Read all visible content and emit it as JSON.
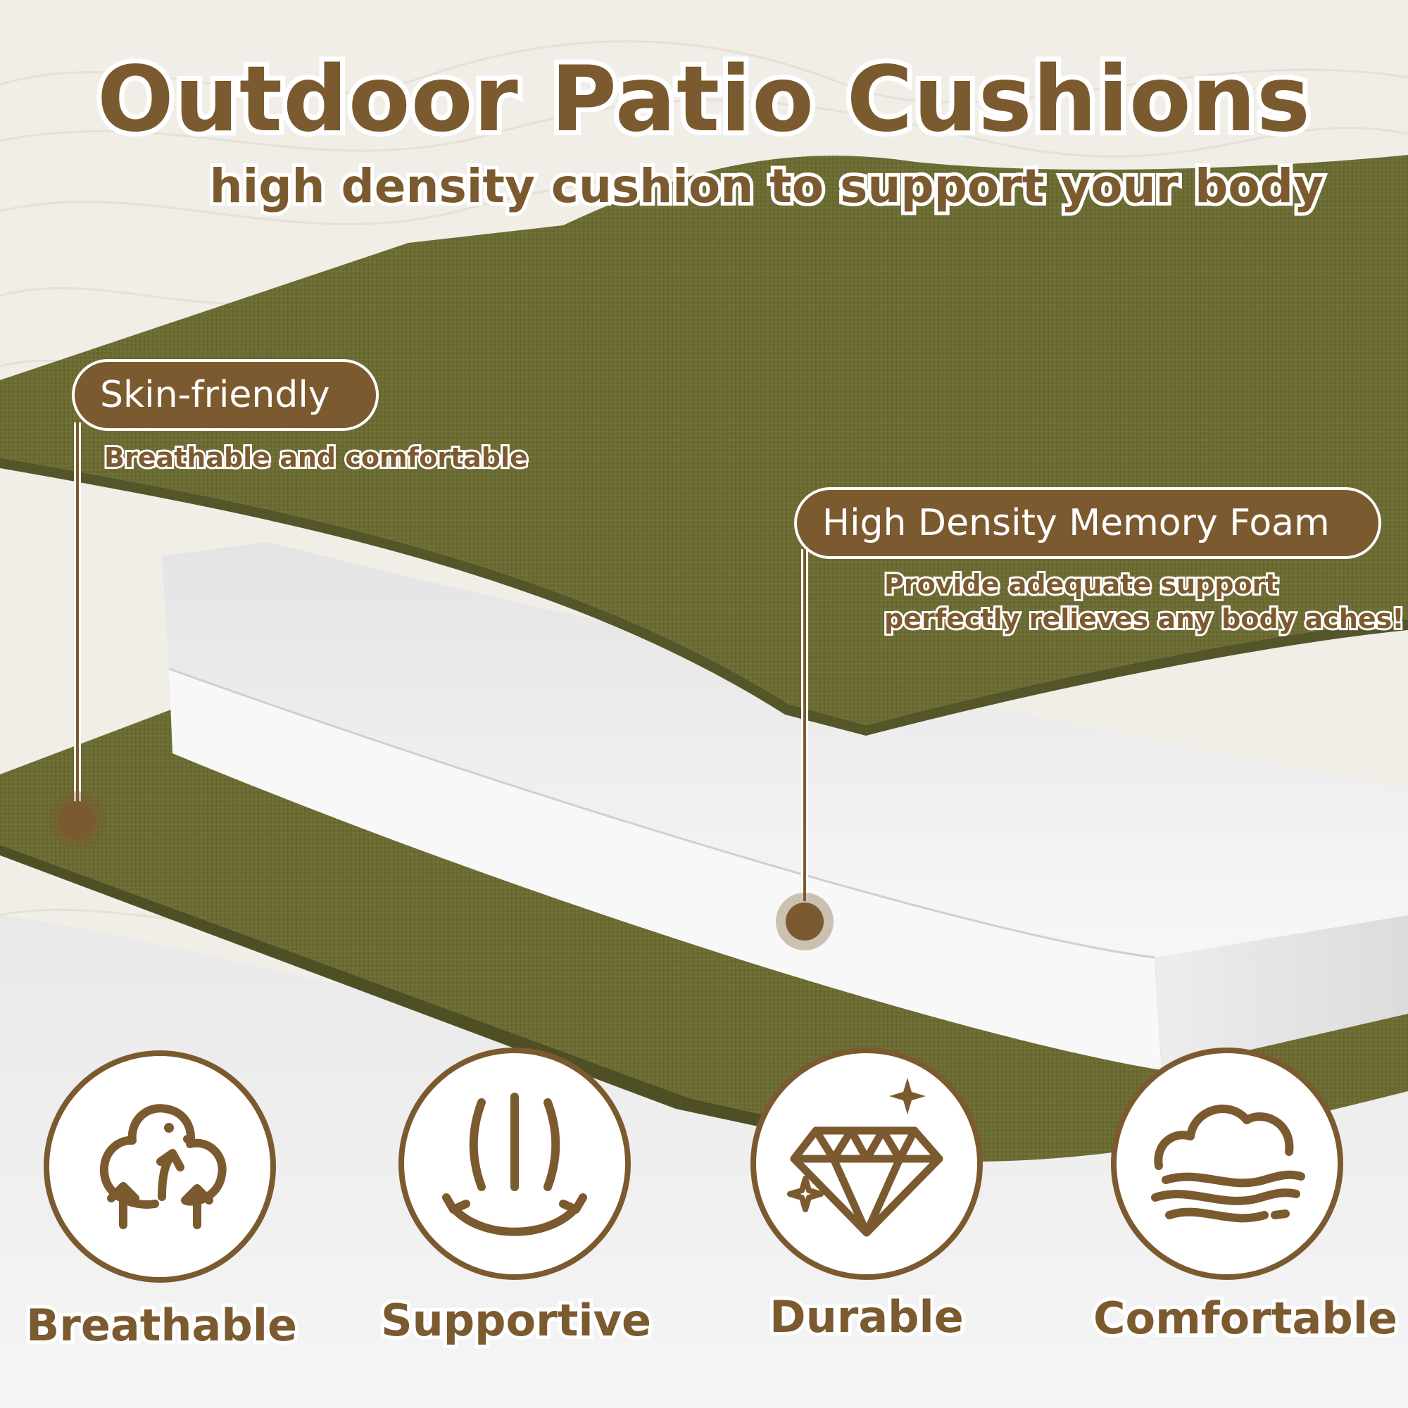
{
  "header": {
    "title": "Outdoor Patio Cushions",
    "subtitle": "high density cushion to support your body"
  },
  "callouts": [
    {
      "label": "Skin-friendly",
      "description_lines": [
        "Breathable and comfortable"
      ]
    },
    {
      "label": "High Density Memory Foam",
      "description_lines": [
        "Provide adequate support",
        "perfectly relieves any body aches!"
      ]
    }
  ],
  "features": [
    {
      "label": "Breathable",
      "icon": "cotton-plant-icon"
    },
    {
      "label": "Supportive",
      "icon": "pressure-support-icon"
    },
    {
      "label": "Durable",
      "icon": "diamond-icon"
    },
    {
      "label": "Comfortable",
      "icon": "cloud-soft-icon"
    }
  ],
  "colors": {
    "accent": "#7c5a2f",
    "fabric_green": "#6b6b33",
    "foam_white": "#f3f3f3",
    "background": "#f1eee8"
  }
}
